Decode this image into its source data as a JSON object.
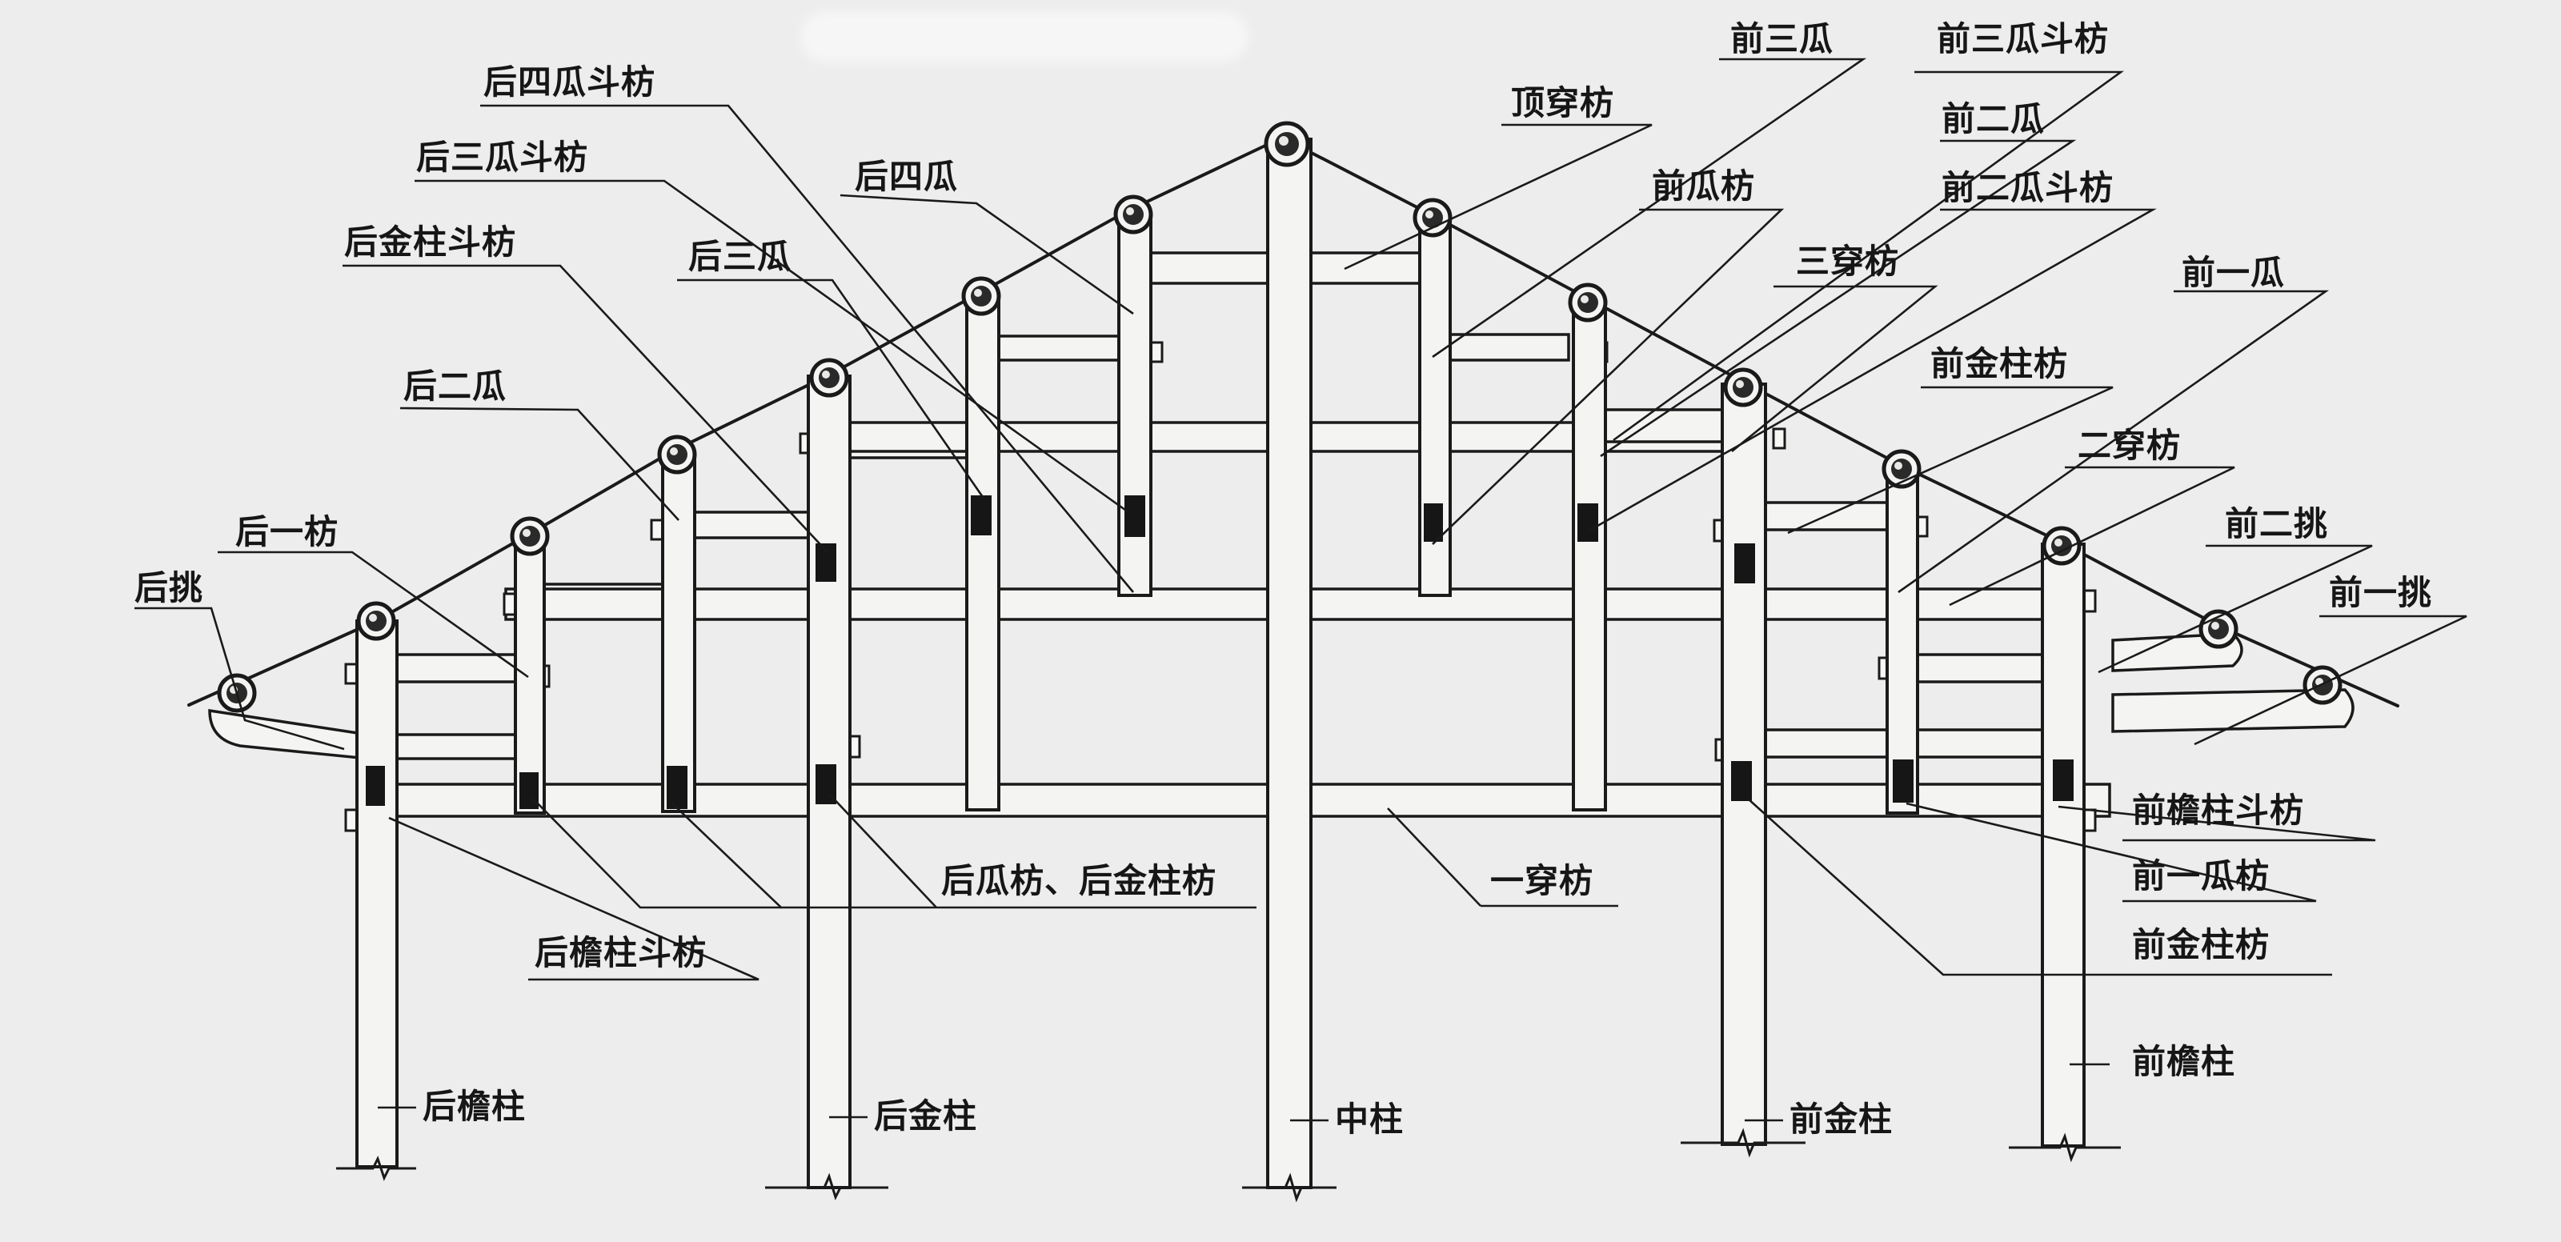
{
  "labels": {
    "hou_si_gua_dou_fang": "后四瓜斗枋",
    "hou_san_gua_dou_fang": "后三瓜斗枋",
    "hou_jin_zhu_dou_fang": "后金柱斗枋",
    "hou_er_gua": "后二瓜",
    "hou_yi_fang": "后一枋",
    "hou_tiao": "后挑",
    "hou_si_gua": "后四瓜",
    "hou_san_gua": "后三瓜",
    "ding_chuan_fang": "顶穿枋",
    "qian_san_gua": "前三瓜",
    "qian_san_gua_dou_fang": "前三瓜斗枋",
    "qian_er_gua": "前二瓜",
    "qian_gua_fang": "前瓜枋",
    "qian_er_gua_dou_fang": "前二瓜斗枋",
    "san_chuan_fang": "三穿枋",
    "qian_yi_gua": "前一瓜",
    "qian_jin_zhu_fang_upper": "前金柱枋",
    "er_chuan_fang": "二穿枋",
    "qian_er_tiao": "前二挑",
    "qian_yi_tiao": "前一挑",
    "qian_yan_zhu_dou_fang": "前檐柱斗枋",
    "qian_yi_gua_fang": "前一瓜枋",
    "qian_jin_zhu_fang_lower": "前金柱枋",
    "hou_gua_fang_hou_jin_zhu_fang": "后瓜枋、后金柱枋",
    "yi_chuan_fang": "一穿枋",
    "hou_yan_zhu_dou_fang": "后檐柱斗枋",
    "hou_yan_zhu": "后檐柱",
    "hou_jin_zhu": "后金柱",
    "zhong_zhu": "中柱",
    "qian_jin_zhu": "前金柱",
    "qian_yan_zhu": "前檐柱"
  },
  "colors": {
    "ink": "#1a1a1a",
    "paper": "#ecedec"
  }
}
